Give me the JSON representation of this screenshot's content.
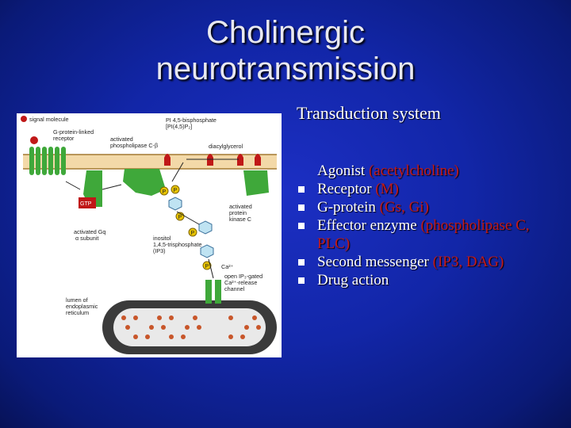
{
  "slide": {
    "title_line1": "Cholinergic",
    "title_line2": "neurotransmission",
    "subtitle": "Transduction system"
  },
  "items": [
    {
      "text": "Agonist ",
      "detail": "(acetylcholine)",
      "bullet": false
    },
    {
      "text": " Receptor ",
      "detail": "(M)",
      "bullet": true
    },
    {
      "text": "G-protein ",
      "detail": "(Gs, Gi)",
      "bullet": true
    },
    {
      "text": "Effector enzyme ",
      "detail": "(phospholipase C, PLC)",
      "bullet": true
    },
    {
      "text": "Second messenger ",
      "detail": "(IP3, DAG)",
      "bullet": true
    },
    {
      "text": "Drug action",
      "detail": "",
      "bullet": true
    }
  ],
  "figure": {
    "labels": {
      "signal": "signal molecule",
      "gpcr1": "G-protein-linked",
      "gpcr2": "receptor",
      "act1": "activated",
      "act2": "phospholipase C-β",
      "pi1": "PI 4,5-bisphosphate",
      "pi2": "[PI(4,5)P₂]",
      "dag": "diacylglycerol",
      "pkc1": "activated",
      "pkc2": "protein",
      "pkc3": "kinase C",
      "gtp": "GTP",
      "gq1": "activated Gq",
      "gq2": "α subunit",
      "ip1": "inositol",
      "ip2": "1,4,5-trisphosphate",
      "ip3": "(IP3)",
      "ca": "Ca²⁺",
      "ch1": "open IP₃-gated",
      "ch2": "Ca²⁺-release",
      "ch3": "channel",
      "er1": "lumen of",
      "er2": "endoplasmic",
      "er3": "reticulum",
      "p": "P"
    }
  },
  "colors": {
    "background": "#1226a8",
    "accent_red": "#c21a1a",
    "text": "#ffffff",
    "membrane_green": "#3fa83a"
  }
}
